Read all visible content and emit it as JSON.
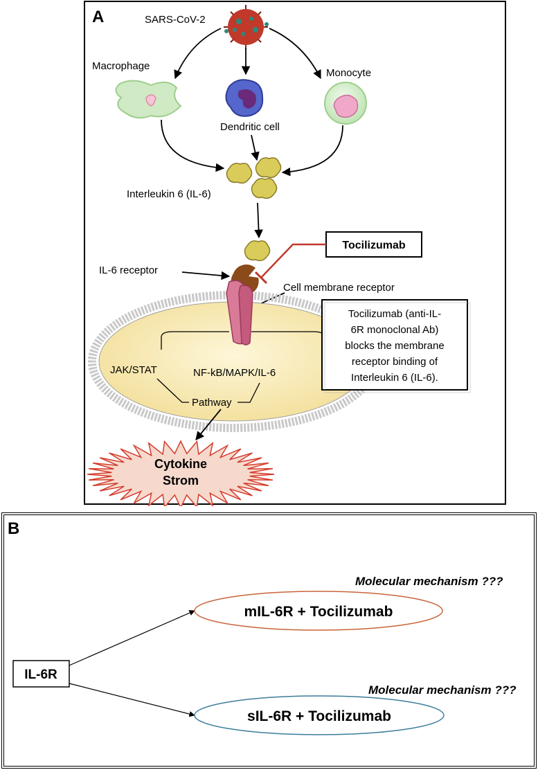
{
  "panel_a": {
    "label": "A",
    "virus": "SARS-CoV-2",
    "cells": {
      "macrophage": "Macrophage",
      "dendritic": "Dendritic cell",
      "monocyte": "Monocyte"
    },
    "cytokine": "Interleukin 6 (IL-6)",
    "drug": "Tocilizumab",
    "receptor_label": "IL-6 receptor",
    "membrane_receptor_label": "Cell membrane receptor",
    "info_box_lines": [
      "Tocilizumab (anti-IL-",
      "6R monoclonal Ab)",
      "blocks the membrane",
      "receptor binding of",
      "Interleukin 6 (IL-6)."
    ],
    "pathway_left": "JAK/STAT",
    "pathway_right": "NF-kB/MAPK/IL-6",
    "pathway": "Pathway",
    "storm_lines": [
      "Cytokine",
      "Strom"
    ],
    "colors": {
      "virus": "#c0392b",
      "drug_line": "#c0392b",
      "il6": "#d9cc5a",
      "cell_fill": "#fbf1c6",
      "membrane": "#c8c8c8",
      "storm_fill": "#f6d9cc",
      "storm_stroke": "#d33b2b"
    }
  },
  "panel_b": {
    "label": "B",
    "root": "IL-6R",
    "mechanism_1": "Molecular mechanism  ???",
    "mechanism_2": "Molecular mechanism  ???",
    "node_1": "mIL-6R + Tocilizumab",
    "node_2": "sIL-6R + Tocilizumab",
    "colors": {
      "node_1_stroke": "#c8643a",
      "node_2_stroke": "#3b7c9c"
    }
  }
}
